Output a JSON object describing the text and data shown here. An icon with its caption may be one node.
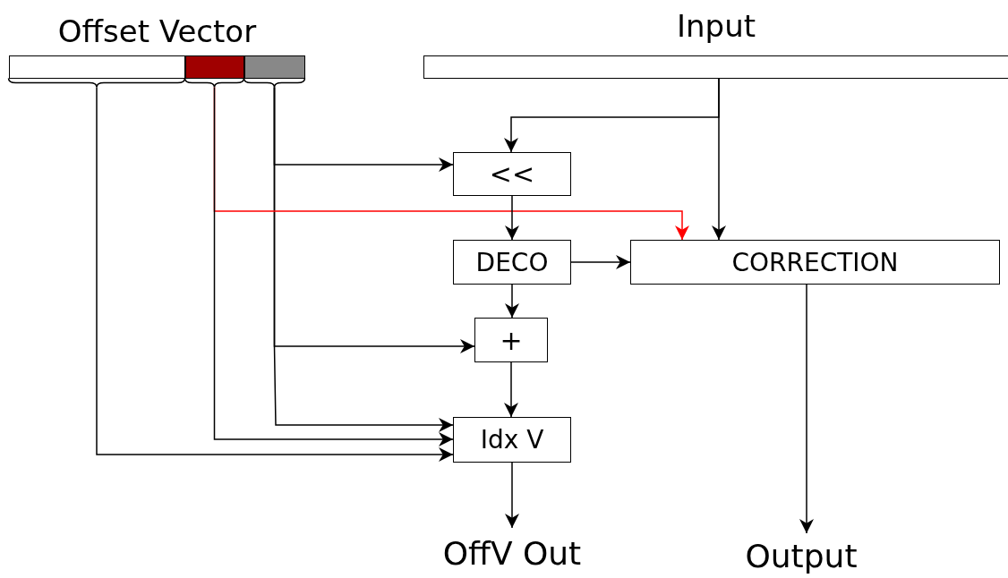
{
  "diagram": {
    "nodes": [
      {
        "text": [
          "Offset Vector"
        ]
      },
      {
        "text": [],
        "shape": "bar",
        "in": 0
      },
      {
        "text": [],
        "shape": "bar",
        "in": 0
      },
      {
        "text": [],
        "shape": "bar",
        "in": 0
      },
      {
        "text": [
          "Input"
        ]
      },
      {
        "text": [
          "<<"
        ]
      },
      {
        "text": [
          "DECO"
        ]
      },
      {
        "text": [
          "CORRECTION"
        ]
      },
      {
        "text": [
          "+"
        ]
      },
      {
        "text": [
          "Idx V"
        ]
      },
      {
        "text": [
          "OffV Out"
        ]
      },
      {
        "text": [
          "Output"
        ]
      }
    ],
    "edges": [
      {
        "from": 4,
        "to": 5,
        "arrow": "to"
      },
      {
        "from": 4,
        "to": 7,
        "arrow": "to"
      },
      {
        "from": 3,
        "to": 5,
        "arrow": "to"
      },
      {
        "from": 3,
        "to": 8,
        "arrow": "to"
      },
      {
        "from": 3,
        "to": 9,
        "arrow": "to"
      },
      {
        "from": 2,
        "to": 7,
        "arrow": "to",
        "color": "#ff0000"
      },
      {
        "from": 2,
        "to": 9,
        "arrow": "to"
      },
      {
        "from": 1,
        "to": 9,
        "arrow": "to"
      },
      {
        "from": 5,
        "to": 6,
        "arrow": "to"
      },
      {
        "from": 6,
        "to": 7,
        "arrow": "to"
      },
      {
        "from": 6,
        "to": 8,
        "arrow": "to"
      },
      {
        "from": 8,
        "to": 9,
        "arrow": "to"
      },
      {
        "from": 9,
        "to": 10,
        "arrow": "to"
      },
      {
        "from": 7,
        "to": 11,
        "arrow": "to"
      }
    ]
  }
}
